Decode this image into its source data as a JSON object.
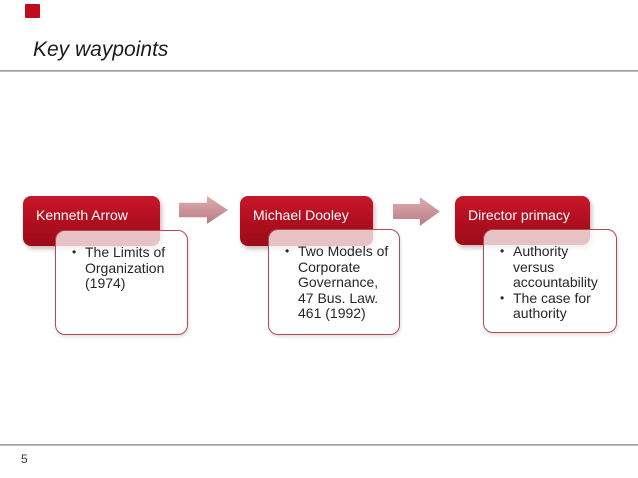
{
  "slide": {
    "title": "Key waypoints",
    "page_number": "5"
  },
  "diagram": {
    "steps": [
      {
        "header": "Kenneth Arrow",
        "bullets": [
          "The Limits of Organization (1974)"
        ]
      },
      {
        "header": "Michael Dooley",
        "bullets": [
          "Two Models of Corporate Governance, 47 Bus. Law. 461 (1992)"
        ]
      },
      {
        "header": "Director primacy",
        "bullets": [
          "Authority versus accountability",
          "The case for authority"
        ]
      }
    ]
  },
  "colors": {
    "accent_red": "#c00d1e",
    "header_red_top": "#c8182b",
    "header_red_bottom": "#9d0c18",
    "header_text": "#ffffff",
    "arrow_pink_top": "#dcaeb2",
    "arrow_pink_bottom": "#ba7d84",
    "box_border": "#b04a55",
    "text_dark": "#262626"
  }
}
